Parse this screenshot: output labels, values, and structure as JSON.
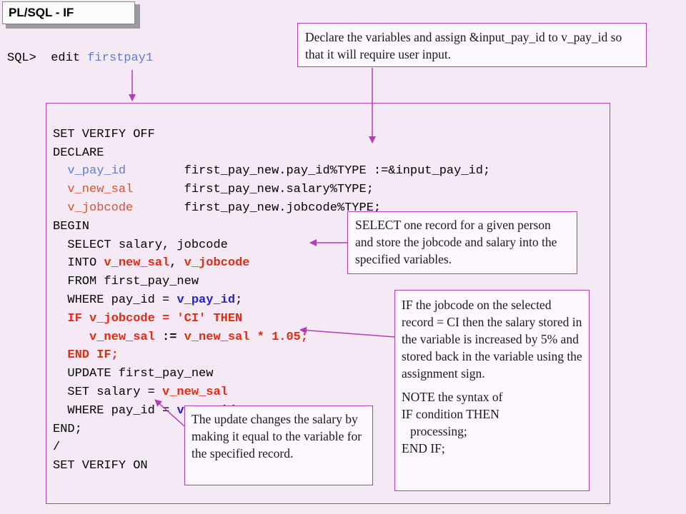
{
  "title": "PL/SQL - IF",
  "prompt": {
    "prefix": "SQL>",
    "command": "edit",
    "file": "firstpay1"
  },
  "code": {
    "set_verify_off": "SET VERIFY OFF",
    "declare": "DECLARE",
    "var1_name": "v_pay_id",
    "var1_type": "first_pay_new.pay_id%TYPE :=&input_pay_id;",
    "var2_name": "v_new_sal",
    "var2_type": "first_pay_new.salary%TYPE;",
    "var3_name": "v_jobcode",
    "var3_type": "first_pay_new.jobcode%TYPE;",
    "begin": "BEGIN",
    "select": "SELECT salary, jobcode",
    "into_kw": "INTO ",
    "into_v1": "v_new_sal",
    "into_sep": ", ",
    "into_v2": "v_jobcode",
    "from": "FROM first_pay_new",
    "where1_kw": "WHERE pay_id = ",
    "where1_var": "v_pay_id",
    "where1_end": ";",
    "if_line": "IF v_jobcode = 'CI' THEN",
    "assign_lhs": "v_new_sal",
    "assign_op": " := ",
    "assign_rhs": "v_new_sal * 1.05;",
    "end_if": "END IF;",
    "update": "UPDATE first_pay_new",
    "set_kw": "SET salary = ",
    "set_var": "v_new_sal",
    "where2_kw": "WHERE pay_id = ",
    "where2_var": "v_pay_id",
    "where2_end": ";",
    "end": "END;",
    "slash": "/",
    "set_verify_on": "SET VERIFY ON"
  },
  "notes": {
    "declare_note": "Declare the variables and assign &input_pay_id to v_pay_id so that it will require user input.",
    "select_note": "SELECT one record for a given person and store the jobcode and salary into the specified variables.",
    "if_note_p1": "IF the jobcode on the selected record = CI then the salary stored in the variable is increased by 5% and stored back in the variable using the assignment sign.",
    "if_note_syntax_l1": "NOTE the syntax of",
    "if_note_syntax_l2": "IF condition THEN",
    "if_note_syntax_l3": "processing;",
    "if_note_syntax_l4": "END IF;",
    "update_note": "The update changes the salary by making it equal to the variable for the specified record."
  },
  "colors": {
    "background": "#f6e9f6",
    "border": "#b43cb4",
    "variable_blue": "#5c7fcf",
    "variable_orange": "#d8552a",
    "highlight_red": "#e22b12",
    "highlight_navy": "#2222cc"
  }
}
